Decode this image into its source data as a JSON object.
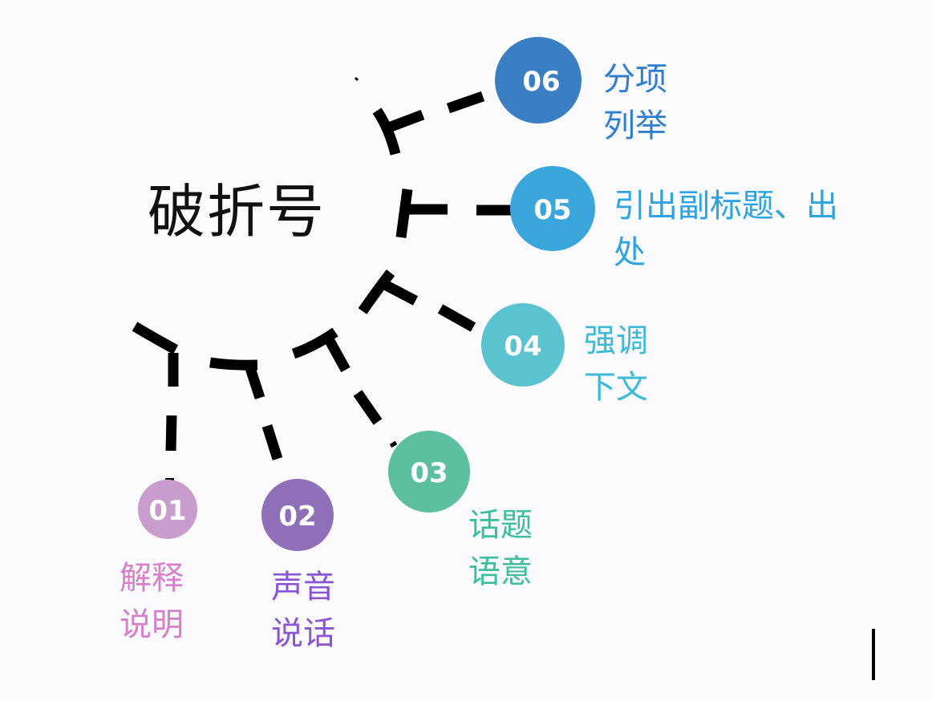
{
  "title": "破折号",
  "nodes": [
    {
      "number": "01",
      "line1": "解释",
      "line2": "说明",
      "color": "#c89ccc",
      "text_color": "#d77fcb"
    },
    {
      "number": "02",
      "line1": "声音",
      "line2": "说话",
      "color": "#8f70b8",
      "text_color": "#8a55d4"
    },
    {
      "number": "03",
      "line1": "话题",
      "line2": "语意",
      "color": "#5bbfa0",
      "text_color": "#3dbf9f"
    },
    {
      "number": "04",
      "line1": "强调",
      "line2": "下文",
      "color": "#5ac3cf",
      "text_color": "#3cbbd8"
    },
    {
      "number": "05",
      "line1": "引出副标题、出",
      "line2": "处",
      "color": "#3aa6dc",
      "text_color": "#2ea3e2"
    },
    {
      "number": "06",
      "line1": "分项",
      "line2": "列举",
      "color": "#3a7fc4",
      "text_color": "#2f7fd1"
    }
  ],
  "spine_color": "#000000"
}
